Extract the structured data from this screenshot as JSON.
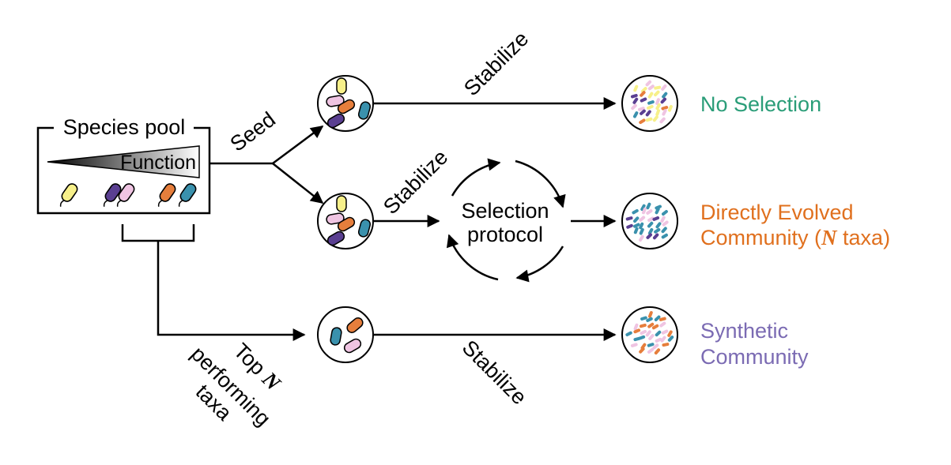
{
  "species_pool": {
    "title": "Species pool",
    "gradient_label": "Function"
  },
  "edges": {
    "seed": "Seed",
    "stabilize_top": "Stabilize",
    "stabilize_middle": "Stabilize",
    "stabilize_bottom": "Stabilize",
    "top_n_line1": "Top ",
    "top_n_var": "N",
    "top_n_line2": "performing",
    "top_n_line3": "taxa"
  },
  "selection_protocol": {
    "line1": "Selection",
    "line2": "protocol"
  },
  "outcomes": {
    "no_selection": "No Selection",
    "directly_evolved_line1": "Directly Evolved",
    "directly_evolved_line2_pre": "Community (",
    "directly_evolved_var": "N",
    "directly_evolved_line2_post": " taxa)",
    "synthetic_line1": "Synthetic",
    "synthetic_line2": "Community"
  },
  "colors": {
    "no_selection": "#2a9d78",
    "directly_evolved": "#e0701e",
    "synthetic": "#7b6bb3",
    "yellow": "#f7f08a",
    "purple": "#5a3f91",
    "pink": "#efc4e2",
    "orange": "#e67e3c",
    "teal": "#3a91ad",
    "stroke": "#000000"
  }
}
